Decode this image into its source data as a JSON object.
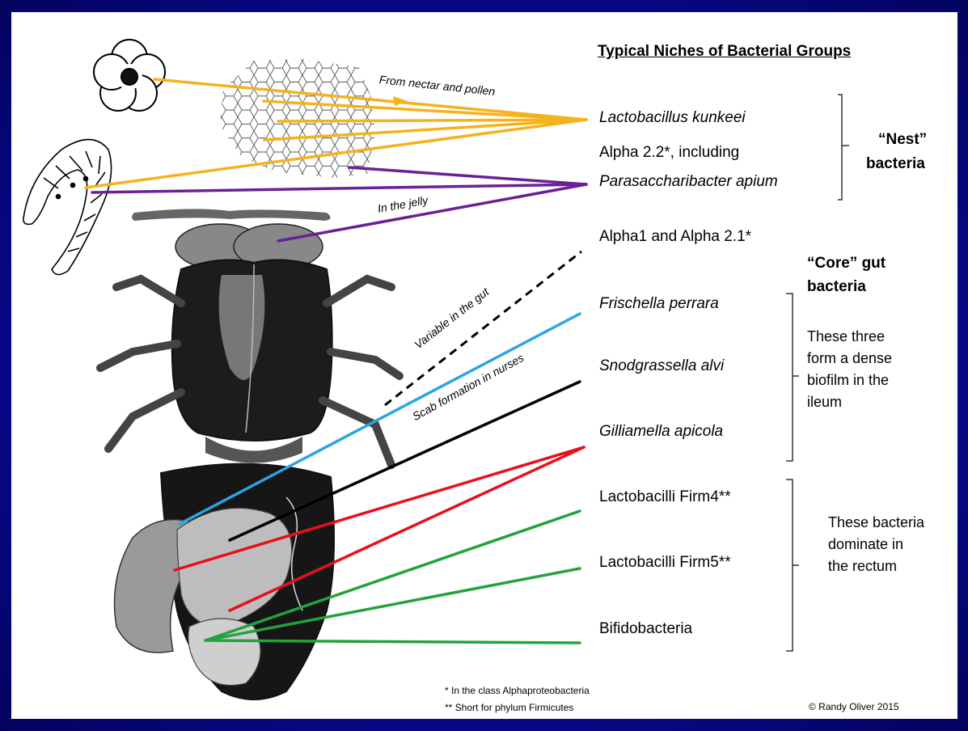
{
  "title": "Typical Niches of Bacterial Groups",
  "annotations": {
    "nectar": "From nectar and pollen",
    "jelly": "In the jelly",
    "variable": "Variable in the gut",
    "scab": "Scab formation in nurses"
  },
  "bacteria": {
    "lkunkeei": "Lactobacillus  kunkeei",
    "alpha22": "Alpha 2.2*, including",
    "papium": "Parasaccharibacter apium",
    "alpha1": "Alpha1 and Alpha 2.1*",
    "frischella": "Frischella perrara",
    "snodgrassella": "Snodgrassella alvi",
    "gilliamella": "Gilliamella apicola",
    "firm4": "Lactobacilli Firm4**",
    "firm5": "Lactobacilli Firm5**",
    "bifido": "Bifidobacteria"
  },
  "groups": {
    "nest_a": "“Nest”",
    "nest_b": "bacteria",
    "core_a": "“Core” gut",
    "core_b": "bacteria",
    "core_desc": "These three form a dense biofilm in the ileum",
    "rectum_desc": "These bacteria dominate in the rectum"
  },
  "footnotes": {
    "alpha": "*   In the class Alphaproteobacteria",
    "firm": "** Short for phylum Firmicutes",
    "credit": "© Randy Oliver 2015"
  },
  "colors": {
    "orange": "#f5b21c",
    "purple": "#6b2096",
    "blue": "#29a6e2",
    "black": "#000000",
    "red": "#e8101a",
    "green": "#22a33c"
  }
}
